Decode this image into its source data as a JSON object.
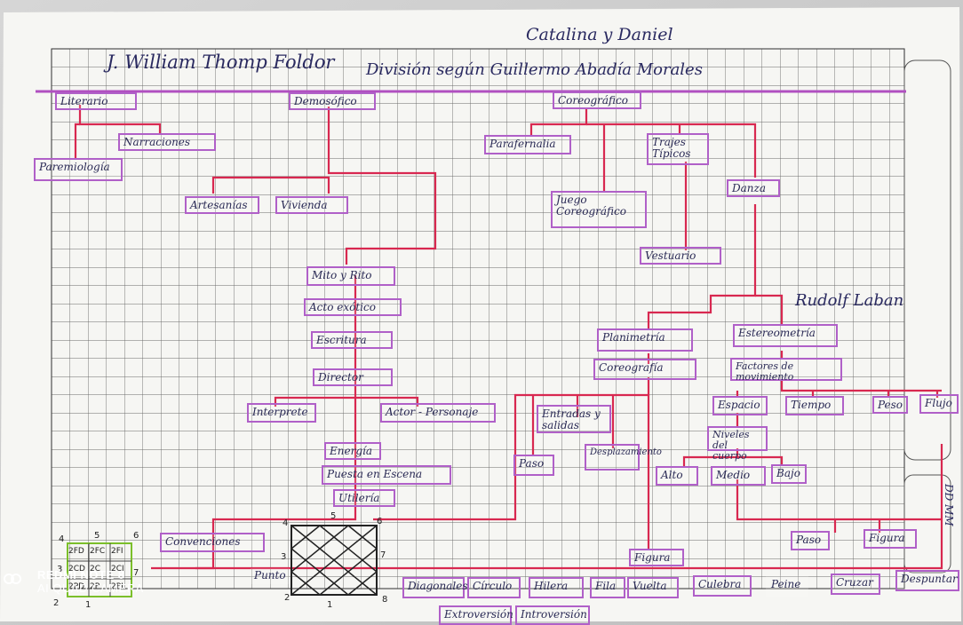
{
  "top_note": "Catalina y Daniel",
  "heading_left": "J. William Thomp Foldor",
  "heading_right": "División según Guillermo Abadía Morales",
  "rudolf": "Rudolf Laban",
  "side_label": "DD MM",
  "boxes": {
    "literario": "Literario",
    "demosofico": "Demosófico",
    "coreografico": "Coreográfico",
    "narraciones": "Narraciones",
    "paremiologia": "Paremiología",
    "artesanias": "Artesanías",
    "vivienda": "Vivienda",
    "parafernalia": "Parafernalia",
    "trajes_tipicos": "Trajes Típicos",
    "danza": "Danza",
    "juego_coreografico": "Juego Coreográfico",
    "vestuario": "Vestuario",
    "mito_rito": "Mito y Rito",
    "acto_exotico": "Acto exótico",
    "escritura": "Escritura",
    "director": "Director",
    "interprete": "Interprete",
    "actor_personaje": "Actor - Personaje",
    "energia": "Energía",
    "puesta_escena": "Puesta en Escena",
    "utileria": "Utilería",
    "convenciones": "Convenciones",
    "punto": "Punto",
    "planimetria": "Planimetría",
    "estereometria": "Estereometría",
    "coreografia": "Coreografía",
    "factores": "Factores de movimiento",
    "entradas": "Entradas y salidas",
    "desplazamiento": "Desplazamiento",
    "paso_left": "Paso",
    "espacio": "Espacio",
    "tiempo": "Tiempo",
    "peso": "Peso",
    "flujo": "Flujo",
    "niveles": "Niveles del cuerpo",
    "alto": "Alto",
    "medio": "Medio",
    "bajo": "Bajo",
    "figura_center": "Figura",
    "paso_right": "Paso",
    "figura_right": "Figura",
    "diagonales": "Diagonales",
    "circulo": "Círculo",
    "hilera": "Hilera",
    "fila": "Fila",
    "vuelta": "Vuelta",
    "culebra": "Culebra",
    "peine": "Peine",
    "cruzar": "Cruzar",
    "despuntar": "Despuntar",
    "extroversion": "Extroversión",
    "introversion": "Introversión"
  },
  "stage_codes": [
    "2FD",
    "2FC",
    "2FI",
    "2CD",
    "2C",
    "2CI",
    "2PD",
    "2P",
    "2PI"
  ],
  "stage_numbers": [
    "4",
    "5",
    "6",
    "3",
    "7",
    "2",
    "1"
  ],
  "grid_numbers": [
    "4",
    "5",
    "6",
    "3",
    "7",
    "2",
    "1",
    "8"
  ],
  "watermark": {
    "line1": "REDMI NOTE 8",
    "line2": "AI QUAD CAMERA"
  }
}
